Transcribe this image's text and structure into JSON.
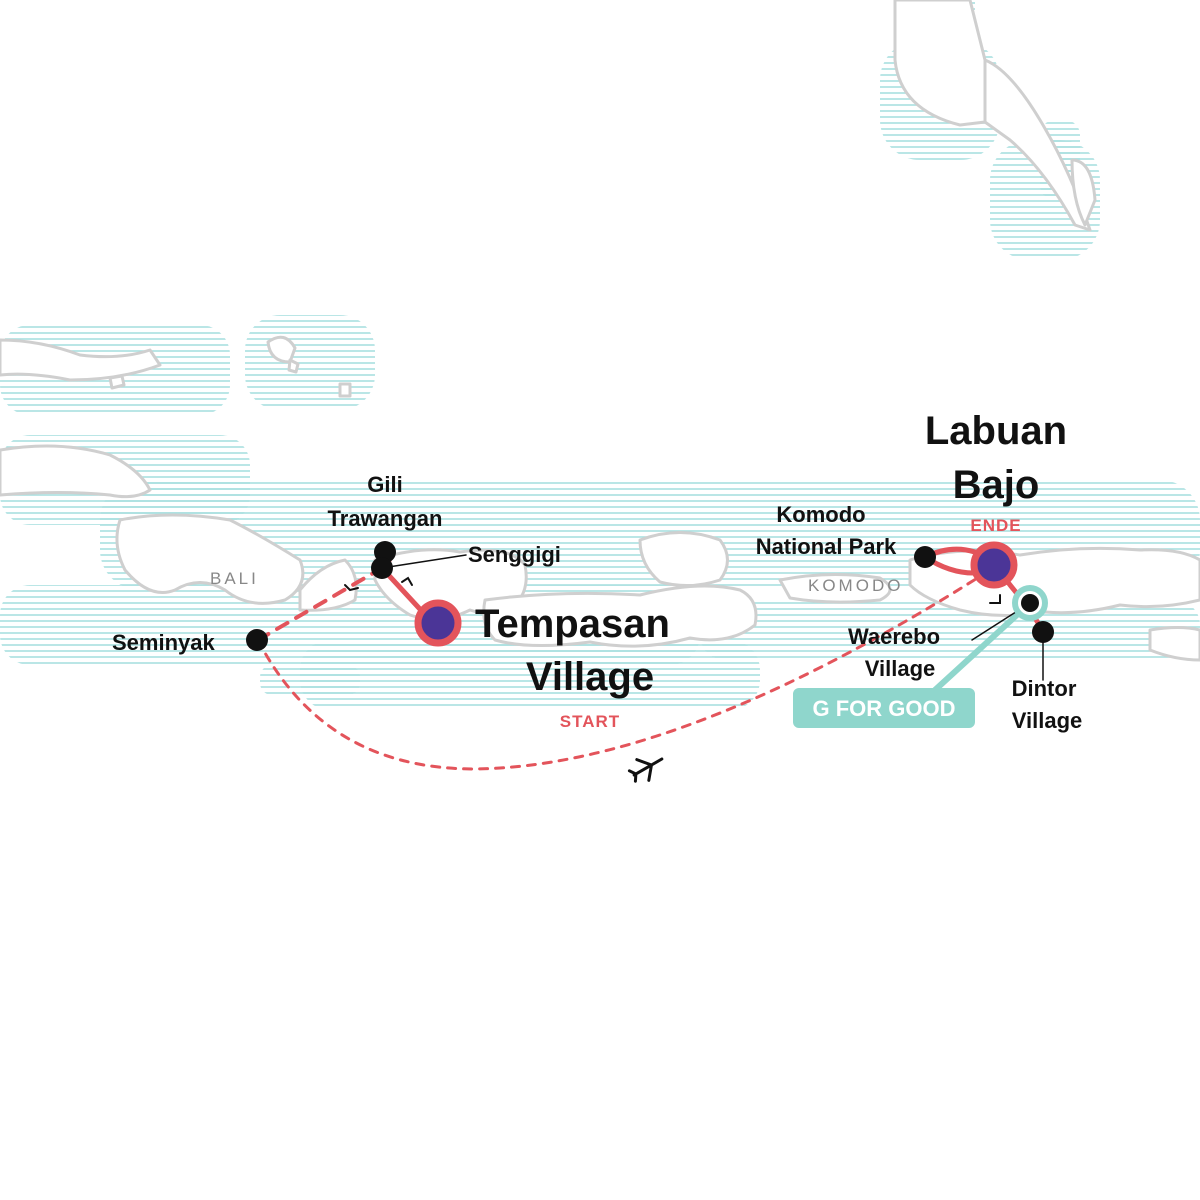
{
  "colors": {
    "route": "#e3545b",
    "start_fill": "#4b3597",
    "dot": "#111111",
    "water_lines": "#a9dfe0",
    "land_outline": "#cfcfcf",
    "badge": "#8fd6cc"
  },
  "regions": {
    "bali": "BALI",
    "komodo": "KOMODO"
  },
  "places": {
    "gili": {
      "line1": "Gili",
      "line2": "Trawangan"
    },
    "senggigi": "Senggigi",
    "seminyak": "Seminyak",
    "tempasan": {
      "line1": "Tempasan",
      "line2": "Village"
    },
    "komodo_np": {
      "line1": "Komodo",
      "line2": "National Park"
    },
    "labuan": {
      "line1": "Labuan",
      "line2": "Bajo"
    },
    "waerebo": {
      "line1": "Waerebo",
      "line2": "Village"
    },
    "dintor": {
      "line1": "Dintor",
      "line2": "Village"
    }
  },
  "tags": {
    "start": "START",
    "end": "ENDE"
  },
  "badge": {
    "label": "G FOR GOOD"
  },
  "icons": {
    "plane": "airplane-icon"
  }
}
